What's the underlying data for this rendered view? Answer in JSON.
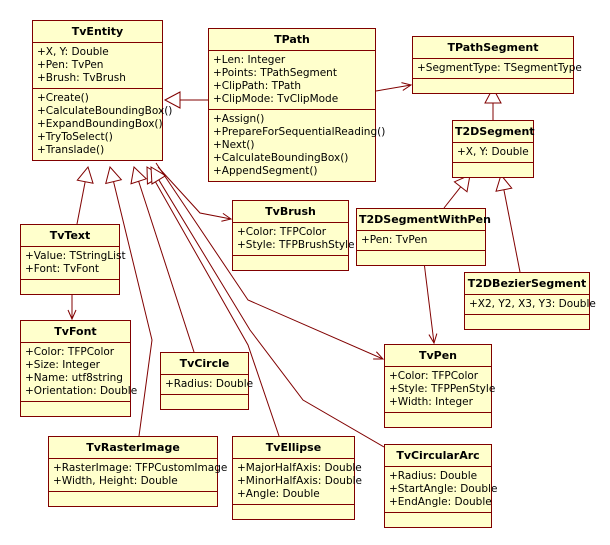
{
  "diagram": {
    "type": "uml-class-diagram",
    "line_color": "#800000",
    "box_fill": "#ffffcc",
    "classes": [
      {
        "id": "TvEntity",
        "name": "TvEntity",
        "attributes": [
          "+X, Y: Double",
          "+Pen: TvPen",
          "+Brush: TvBrush"
        ],
        "operations": [
          "+Create()",
          "+CalculateBoundingBox()",
          "+ExpandBoundingBox()",
          "+TryToSelect()",
          "+Translade()"
        ]
      },
      {
        "id": "TPath",
        "name": "TPath",
        "attributes": [
          "+Len: Integer",
          "+Points: TPathSegment",
          "+ClipPath: TPath",
          "+ClipMode: TvClipMode"
        ],
        "operations": [
          "+Assign()",
          "+PrepareForSequentialReading()",
          "+Next()",
          "+CalculateBoundingBox()",
          "+AppendSegment()"
        ]
      },
      {
        "id": "TPathSegment",
        "name": "TPathSegment",
        "attributes": [
          "+SegmentType: TSegmentType"
        ],
        "operations": []
      },
      {
        "id": "T2DSegment",
        "name": "T2DSegment",
        "attributes": [
          "+X, Y: Double"
        ],
        "operations": []
      },
      {
        "id": "T2DSegmentWithPen",
        "name": "T2DSegmentWithPen",
        "attributes": [
          "+Pen: TvPen"
        ],
        "operations": []
      },
      {
        "id": "T2DBezierSegment",
        "name": "T2DBezierSegment",
        "attributes": [
          "+X2, Y2, X3, Y3: Double"
        ],
        "operations": []
      },
      {
        "id": "TvBrush",
        "name": "TvBrush",
        "attributes": [
          "+Color: TFPColor",
          "+Style: TFPBrushStyle"
        ],
        "operations": []
      },
      {
        "id": "TvText",
        "name": "TvText",
        "attributes": [
          "+Value: TStringList",
          "+Font: TvFont"
        ],
        "operations": []
      },
      {
        "id": "TvFont",
        "name": "TvFont",
        "attributes": [
          "+Color: TFPColor",
          "+Size: Integer",
          "+Name: utf8string",
          "+Orientation: Double"
        ],
        "operations": []
      },
      {
        "id": "TvCircle",
        "name": "TvCircle",
        "attributes": [
          "+Radius: Double"
        ],
        "operations": []
      },
      {
        "id": "TvPen",
        "name": "TvPen",
        "attributes": [
          "+Color: TFPColor",
          "+Style: TFPPenStyle",
          "+Width: Integer"
        ],
        "operations": []
      },
      {
        "id": "TvRasterImage",
        "name": "TvRasterImage",
        "attributes": [
          "+RasterImage: TFPCustomImage",
          "+Width, Height: Double"
        ],
        "operations": []
      },
      {
        "id": "TvEllipse",
        "name": "TvEllipse",
        "attributes": [
          "+MajorHalfAxis: Double",
          "+MinorHalfAxis: Double",
          "+Angle: Double"
        ],
        "operations": []
      },
      {
        "id": "TvCircularArc",
        "name": "TvCircularArc",
        "attributes": [
          "+Radius: Double",
          "+StartAngle: Double",
          "+EndAngle: Double"
        ],
        "operations": []
      }
    ],
    "relations": [
      {
        "from": "TPath",
        "to": "TvEntity",
        "kind": "generalization"
      },
      {
        "from": "TvText",
        "to": "TvEntity",
        "kind": "generalization"
      },
      {
        "from": "TvRasterImage",
        "to": "TvEntity",
        "kind": "generalization"
      },
      {
        "from": "TvCircle",
        "to": "TvEntity",
        "kind": "generalization"
      },
      {
        "from": "TvEllipse",
        "to": "TvEntity",
        "kind": "generalization"
      },
      {
        "from": "TvCircularArc",
        "to": "TvEntity",
        "kind": "generalization"
      },
      {
        "from": "TvEntity",
        "to": "TvBrush",
        "kind": "association"
      },
      {
        "from": "TvEntity",
        "to": "TvPen",
        "kind": "association"
      },
      {
        "from": "TPath",
        "to": "TPathSegment",
        "kind": "association"
      },
      {
        "from": "TvText",
        "to": "TvFont",
        "kind": "association"
      },
      {
        "from": "T2DSegment",
        "to": "TPathSegment",
        "kind": "generalization"
      },
      {
        "from": "T2DSegmentWithPen",
        "to": "T2DSegment",
        "kind": "generalization"
      },
      {
        "from": "T2DBezierSegment",
        "to": "T2DSegment",
        "kind": "generalization"
      },
      {
        "from": "T2DSegmentWithPen",
        "to": "TvPen",
        "kind": "association"
      }
    ]
  }
}
